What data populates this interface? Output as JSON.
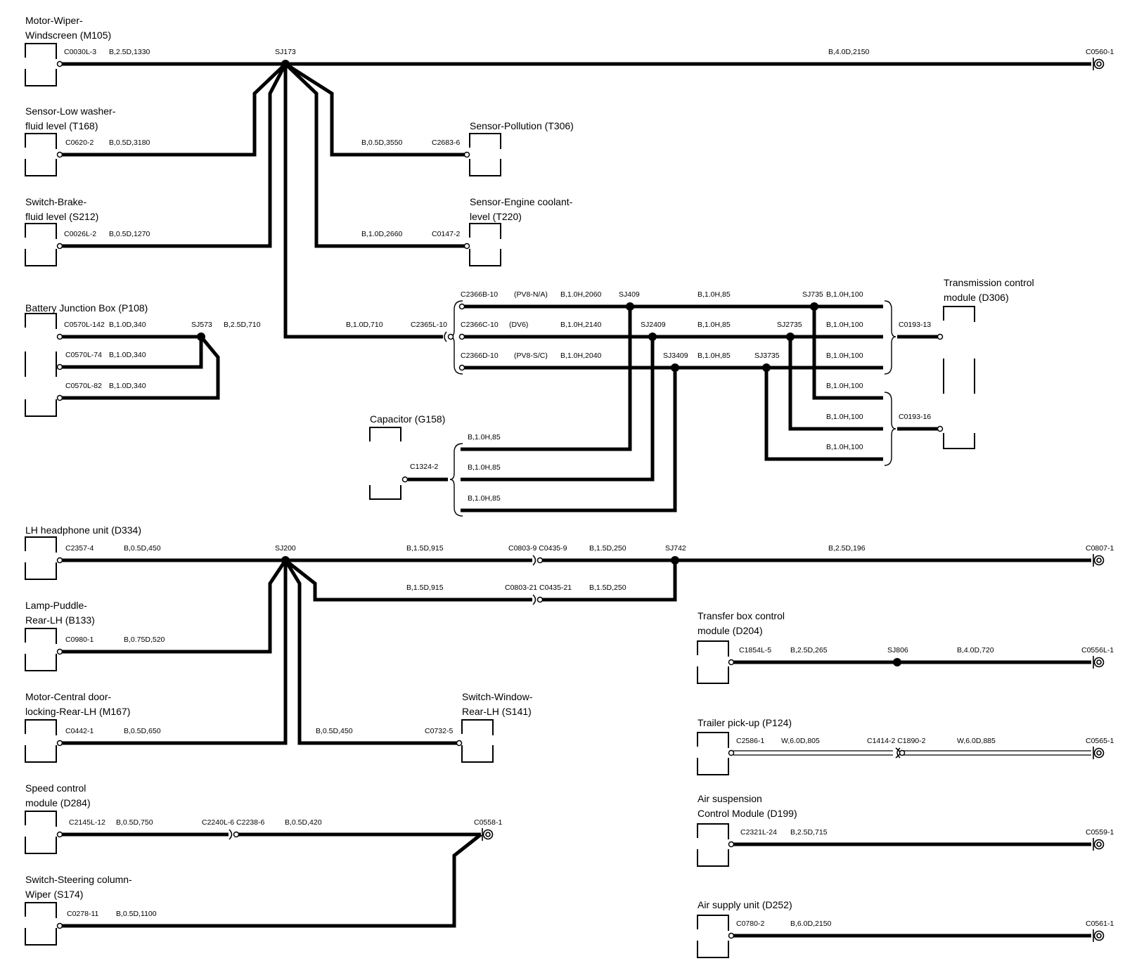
{
  "components": {
    "m105_l1": "Motor-Wiper-",
    "m105_l2": "Windscreen (M105)",
    "t168_l1": "Sensor-Low washer-",
    "t168_l2": "fluid level (T168)",
    "s212_l1": "Switch-Brake-",
    "s212_l2": "fluid level (S212)",
    "p108": "Battery Junction Box (P108)",
    "t306": "Sensor-Pollution (T306)",
    "t220_l1": "Sensor-Engine coolant-",
    "t220_l2": "level (T220)",
    "d306_l1": "Transmission control",
    "d306_l2": "module (D306)",
    "g158": "Capacitor (G158)",
    "d334": "LH headphone unit (D334)",
    "b133_l1": "Lamp-Puddle-",
    "b133_l2": "Rear-LH (B133)",
    "m167_l1": "Motor-Central door-",
    "m167_l2": "locking-Rear-LH (M167)",
    "s141_l1": "Switch-Window-",
    "s141_l2": "Rear-LH (S141)",
    "d284_l1": "Speed control",
    "d284_l2": "module (D284)",
    "s174_l1": "Switch-Steering column-",
    "s174_l2": "Wiper (S174)",
    "d204_l1": "Transfer box control",
    "d204_l2": "module (D204)",
    "p124": "Trailer pick-up (P124)",
    "d199_l1": "Air suspension",
    "d199_l2": "Control Module (D199)",
    "d252": "Air supply unit (D252)"
  },
  "connectors": {
    "c0030l_3": "C0030L-3",
    "c0560_1": "C0560-1",
    "c0620_2": "C0620-2",
    "c2683_6": "C2683-6",
    "c0026l_2": "C0026L-2",
    "c0147_2": "C0147-2",
    "c0570l_142": "C0570L-142",
    "c0570l_74": "C0570L-74",
    "c0570l_82": "C0570L-82",
    "c2365l_10": "C2365L-10",
    "c2366b_10": "C2366B-10",
    "c2366c_10": "C2366C-10",
    "c2366d_10": "C2366D-10",
    "c0193_13": "C0193-13",
    "c0193_16": "C0193-16",
    "c1324_2": "C1324-2",
    "c2357_4": "C2357-4",
    "c0803_9": "C0803-9 C0435-9",
    "c0803_21": "C0803-21 C0435-21",
    "c0807_1": "C0807-1",
    "c0980_1": "C0980-1",
    "c0442_1": "C0442-1",
    "c0732_5": "C0732-5",
    "c2145l_12": "C2145L-12",
    "c2240l_6": "C2240L-6 C2238-6",
    "c0558_1": "C0558-1",
    "c0278_11": "C0278-11",
    "c1854l_5": "C1854L-5",
    "c0556l_1": "C0556L-1",
    "c2586_1": "C2586-1",
    "c1414_2": "C1414-2 C1890-2",
    "c0565_1": "C0565-1",
    "c2321l_24": "C2321L-24",
    "c0559_1": "C0559-1",
    "c0780_2": "C0780-2",
    "c0561_1": "C0561-1"
  },
  "splices": {
    "sj173": "SJ173",
    "sj573": "SJ573",
    "sj409": "SJ409",
    "sj735": "SJ735",
    "sj2409": "SJ2409",
    "sj2735": "SJ2735",
    "sj3409": "SJ3409",
    "sj3735": "SJ3735",
    "sj200": "SJ200",
    "sj742": "SJ742",
    "sj806": "SJ806"
  },
  "variants": {
    "pv8na": "(PV8-N/A)",
    "dv6": "(DV6)",
    "pv8sc": "(PV8-S/C)"
  },
  "wires": {
    "w1": "B,2.5D,1330",
    "w2": "B,4.0D,2150",
    "w3": "B,0.5D,3180",
    "w4": "B,0.5D,3550",
    "w5": "B,0.5D,1270",
    "w6": "B,1.0D,2660",
    "w7": "B,1.0D,340",
    "w8": "B,2.5D,710",
    "w9": "B,1.0D,710",
    "w10": "B,1.0D,340",
    "w11": "B,1.0D,340",
    "w12": "B,1.0H,2060",
    "w13": "B,1.0H,85",
    "w14": "B,1.0H,100",
    "w15": "B,1.0H,2140",
    "w16": "B,1.0H,85",
    "w17": "B,1.0H,100",
    "w18": "B,1.0H,2040",
    "w19": "B,1.0H,85",
    "w20": "B,1.0H,100",
    "w21": "B,1.0H,100",
    "w22": "B,1.0H,100",
    "w23": "B,1.0H,100",
    "w24": "B,1.0H,85",
    "w25": "B,1.0H,85",
    "w26": "B,1.0H,85",
    "w27": "B,0.5D,450",
    "w28": "B,1.5D,915",
    "w29": "B,1.5D,250",
    "w30": "B,2.5D,196",
    "w31": "B,1.5D,915",
    "w32": "B,1.5D,250",
    "w33": "B,0.75D,520",
    "w34": "B,0.5D,650",
    "w35": "B,0.5D,450",
    "w36": "B,0.5D,750",
    "w37": "B,0.5D,420",
    "w38": "B,0.5D,1100",
    "w39": "B,2.5D,265",
    "w40": "B,4.0D,720",
    "w41": "W,6.0D,805",
    "w42": "W,6.0D,885",
    "w43": "B,2.5D,715",
    "w44": "B,6.0D,2150"
  }
}
